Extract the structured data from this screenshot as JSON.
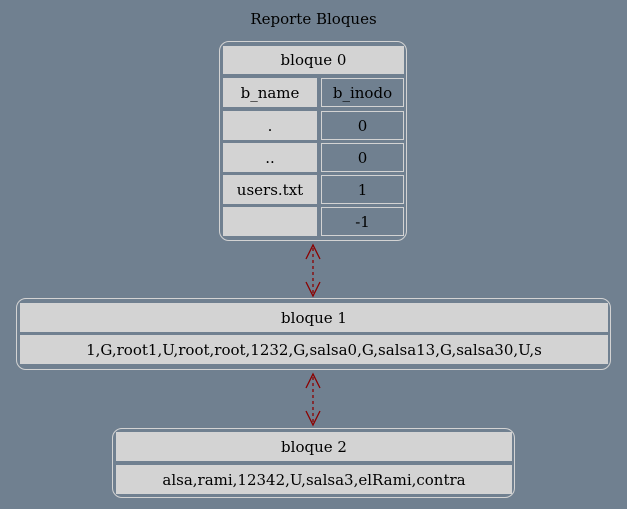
{
  "title": "Reporte Bloques",
  "blocks": [
    {
      "header": "bloque 0",
      "columns": [
        "b_name",
        "b_inodo"
      ],
      "rows": [
        {
          "name": ".",
          "inodo": "0"
        },
        {
          "name": "..",
          "inodo": "0"
        },
        {
          "name": "users.txt",
          "inodo": "1"
        },
        {
          "name": "",
          "inodo": "-1"
        }
      ]
    },
    {
      "header": "bloque 1",
      "content": "1,G,root1,U,root,root,1232,G,salsa0,G,salsa13,G,salsa30,U,s"
    },
    {
      "header": "bloque 2",
      "content": "alsa,rami,12342,U,salsa3,elRami,contra"
    }
  ],
  "colors": {
    "background": "#708090",
    "cell_light": "#d3d3d3",
    "edge": "#8b0000"
  }
}
